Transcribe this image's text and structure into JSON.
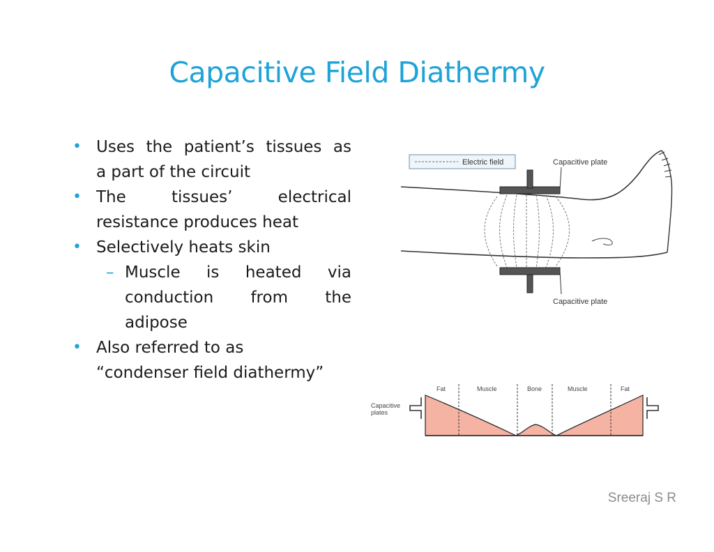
{
  "slide": {
    "title": "Capacitive Field Diathermy",
    "bullets": [
      {
        "level": 1,
        "lines": [
          "Uses the patient’s tissues as",
          "a part of the circuit"
        ]
      },
      {
        "level": 1,
        "lines": [
          "The tissues’ electrical",
          "resistance produces heat"
        ]
      },
      {
        "level": 1,
        "lines": [
          "Selectively heats skin"
        ]
      },
      {
        "level": 2,
        "lines": [
          "Muscle is heated via",
          "conduction from the",
          "adipose"
        ]
      },
      {
        "level": 1,
        "lines": [
          "Also referred to as",
          "“condenser field diathermy”"
        ]
      }
    ],
    "author": "Sreeraj S R"
  },
  "leg_figure": {
    "legend": "Electric field",
    "top_plate_label": "Capacitive plate",
    "bottom_plate_label": "Capacitive plate"
  },
  "heat_figure": {
    "side_label_1": "Capacitive",
    "side_label_2": "plates",
    "regions": [
      "Fat",
      "Muscle",
      "Bone",
      "Muscle",
      "Fat"
    ],
    "fill_color": "#f4b3a3"
  },
  "colors": {
    "accent": "#1ea3d8",
    "text": "#1a1a1a",
    "author": "#8c8c8c"
  }
}
